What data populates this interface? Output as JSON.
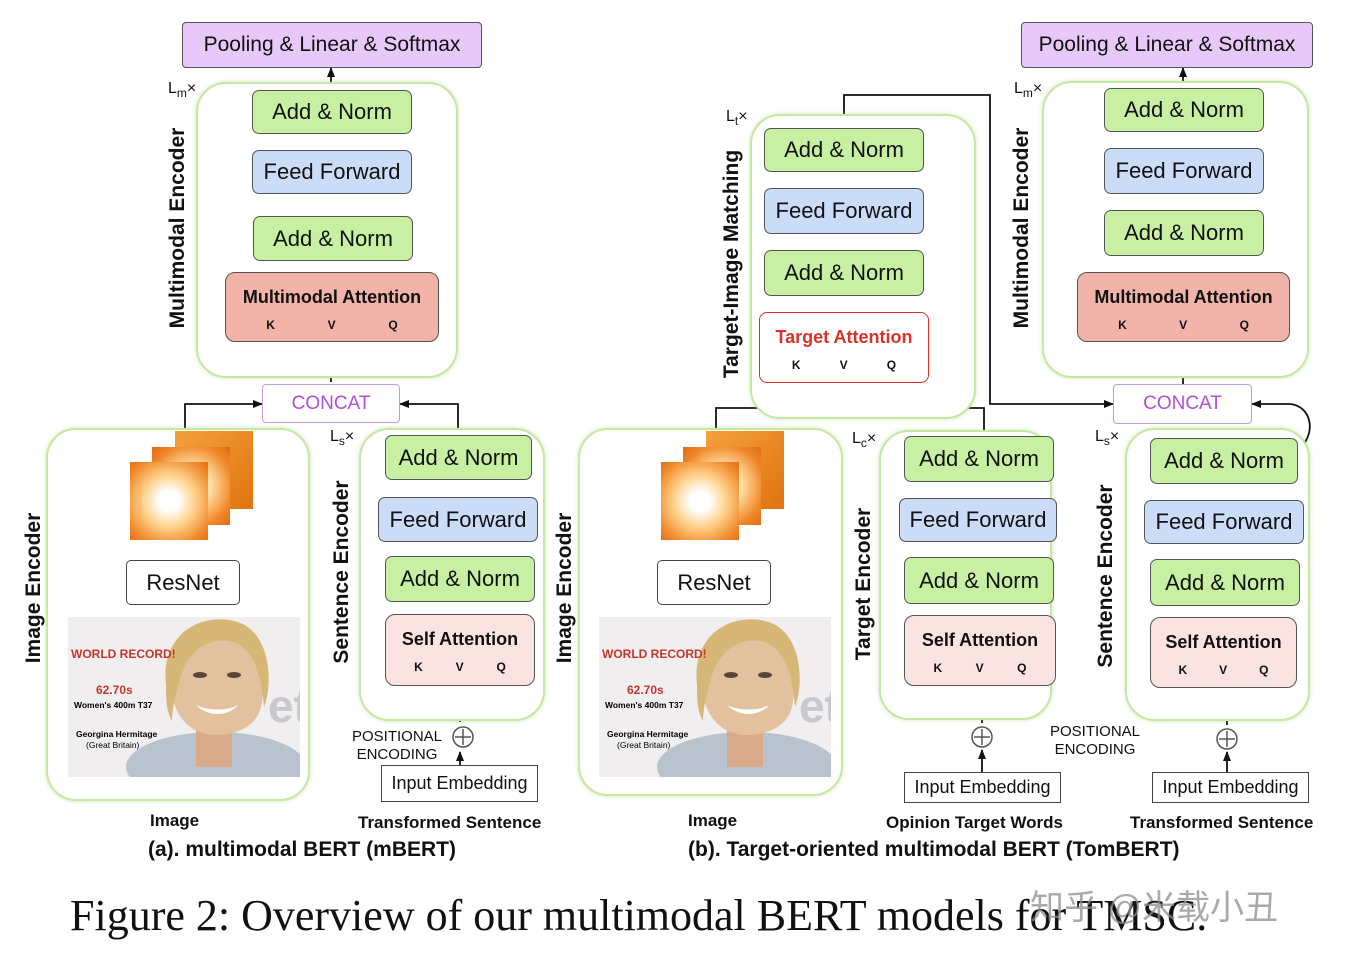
{
  "labels": {
    "pooling": "Pooling & Linear & Softmax",
    "add_norm": "Add & Norm",
    "feed_forward": "Feed Forward",
    "multimodal_attention": "Multimodal Attention",
    "self_attention": "Self Attention",
    "target_attention": "Target Attention",
    "concat": "CONCAT",
    "resnet": "ResNet",
    "input_embedding": "Input Embedding",
    "k": "K",
    "v": "V",
    "q": "Q",
    "plus": "⊕",
    "positional_encoding_1": "POSITIONAL",
    "positional_encoding_2": "ENCODING",
    "times": "×",
    "L": "L",
    "sub_m": "m",
    "sub_s": "s",
    "sub_t": "t",
    "sub_c": "c"
  },
  "encoders": {
    "multimodal": "Multimodal Encoder",
    "image": "Image Encoder",
    "sentence": "Sentence Encoder",
    "target_image_matching": "Target-Image Matching",
    "target": "Target Encoder"
  },
  "photo": {
    "headline": "WORLD RECORD!",
    "time": "62.70s",
    "event": "Women's 400m T37",
    "name": "Georgina Hermitage",
    "country": "(Great Britain)"
  },
  "bottom_labels": {
    "image": "Image",
    "transformed_sentence": "Transformed Sentence",
    "opinion_target": "Opinion Target Words"
  },
  "panel_captions": {
    "a": "(a). multimodal BERT (mBERT)",
    "b": "(b). Target-oriented multimodal BERT (TomBERT)"
  },
  "figure_caption": "Figure 2: Overview of our multimodal BERT models for TMSC.",
  "watermark": "知乎 @米载小丑",
  "colors": {
    "add_norm": "#c8f0a2",
    "feed_forward": "#cadcf7",
    "multimodal_attention": "#f2b4a8",
    "self_attention": "#fbe3e1",
    "pooling": "#e8c8f8",
    "concat_text": "#b24fd4",
    "encoder_border": "#c6e8a0",
    "target_attention_text": "#d9332a"
  }
}
